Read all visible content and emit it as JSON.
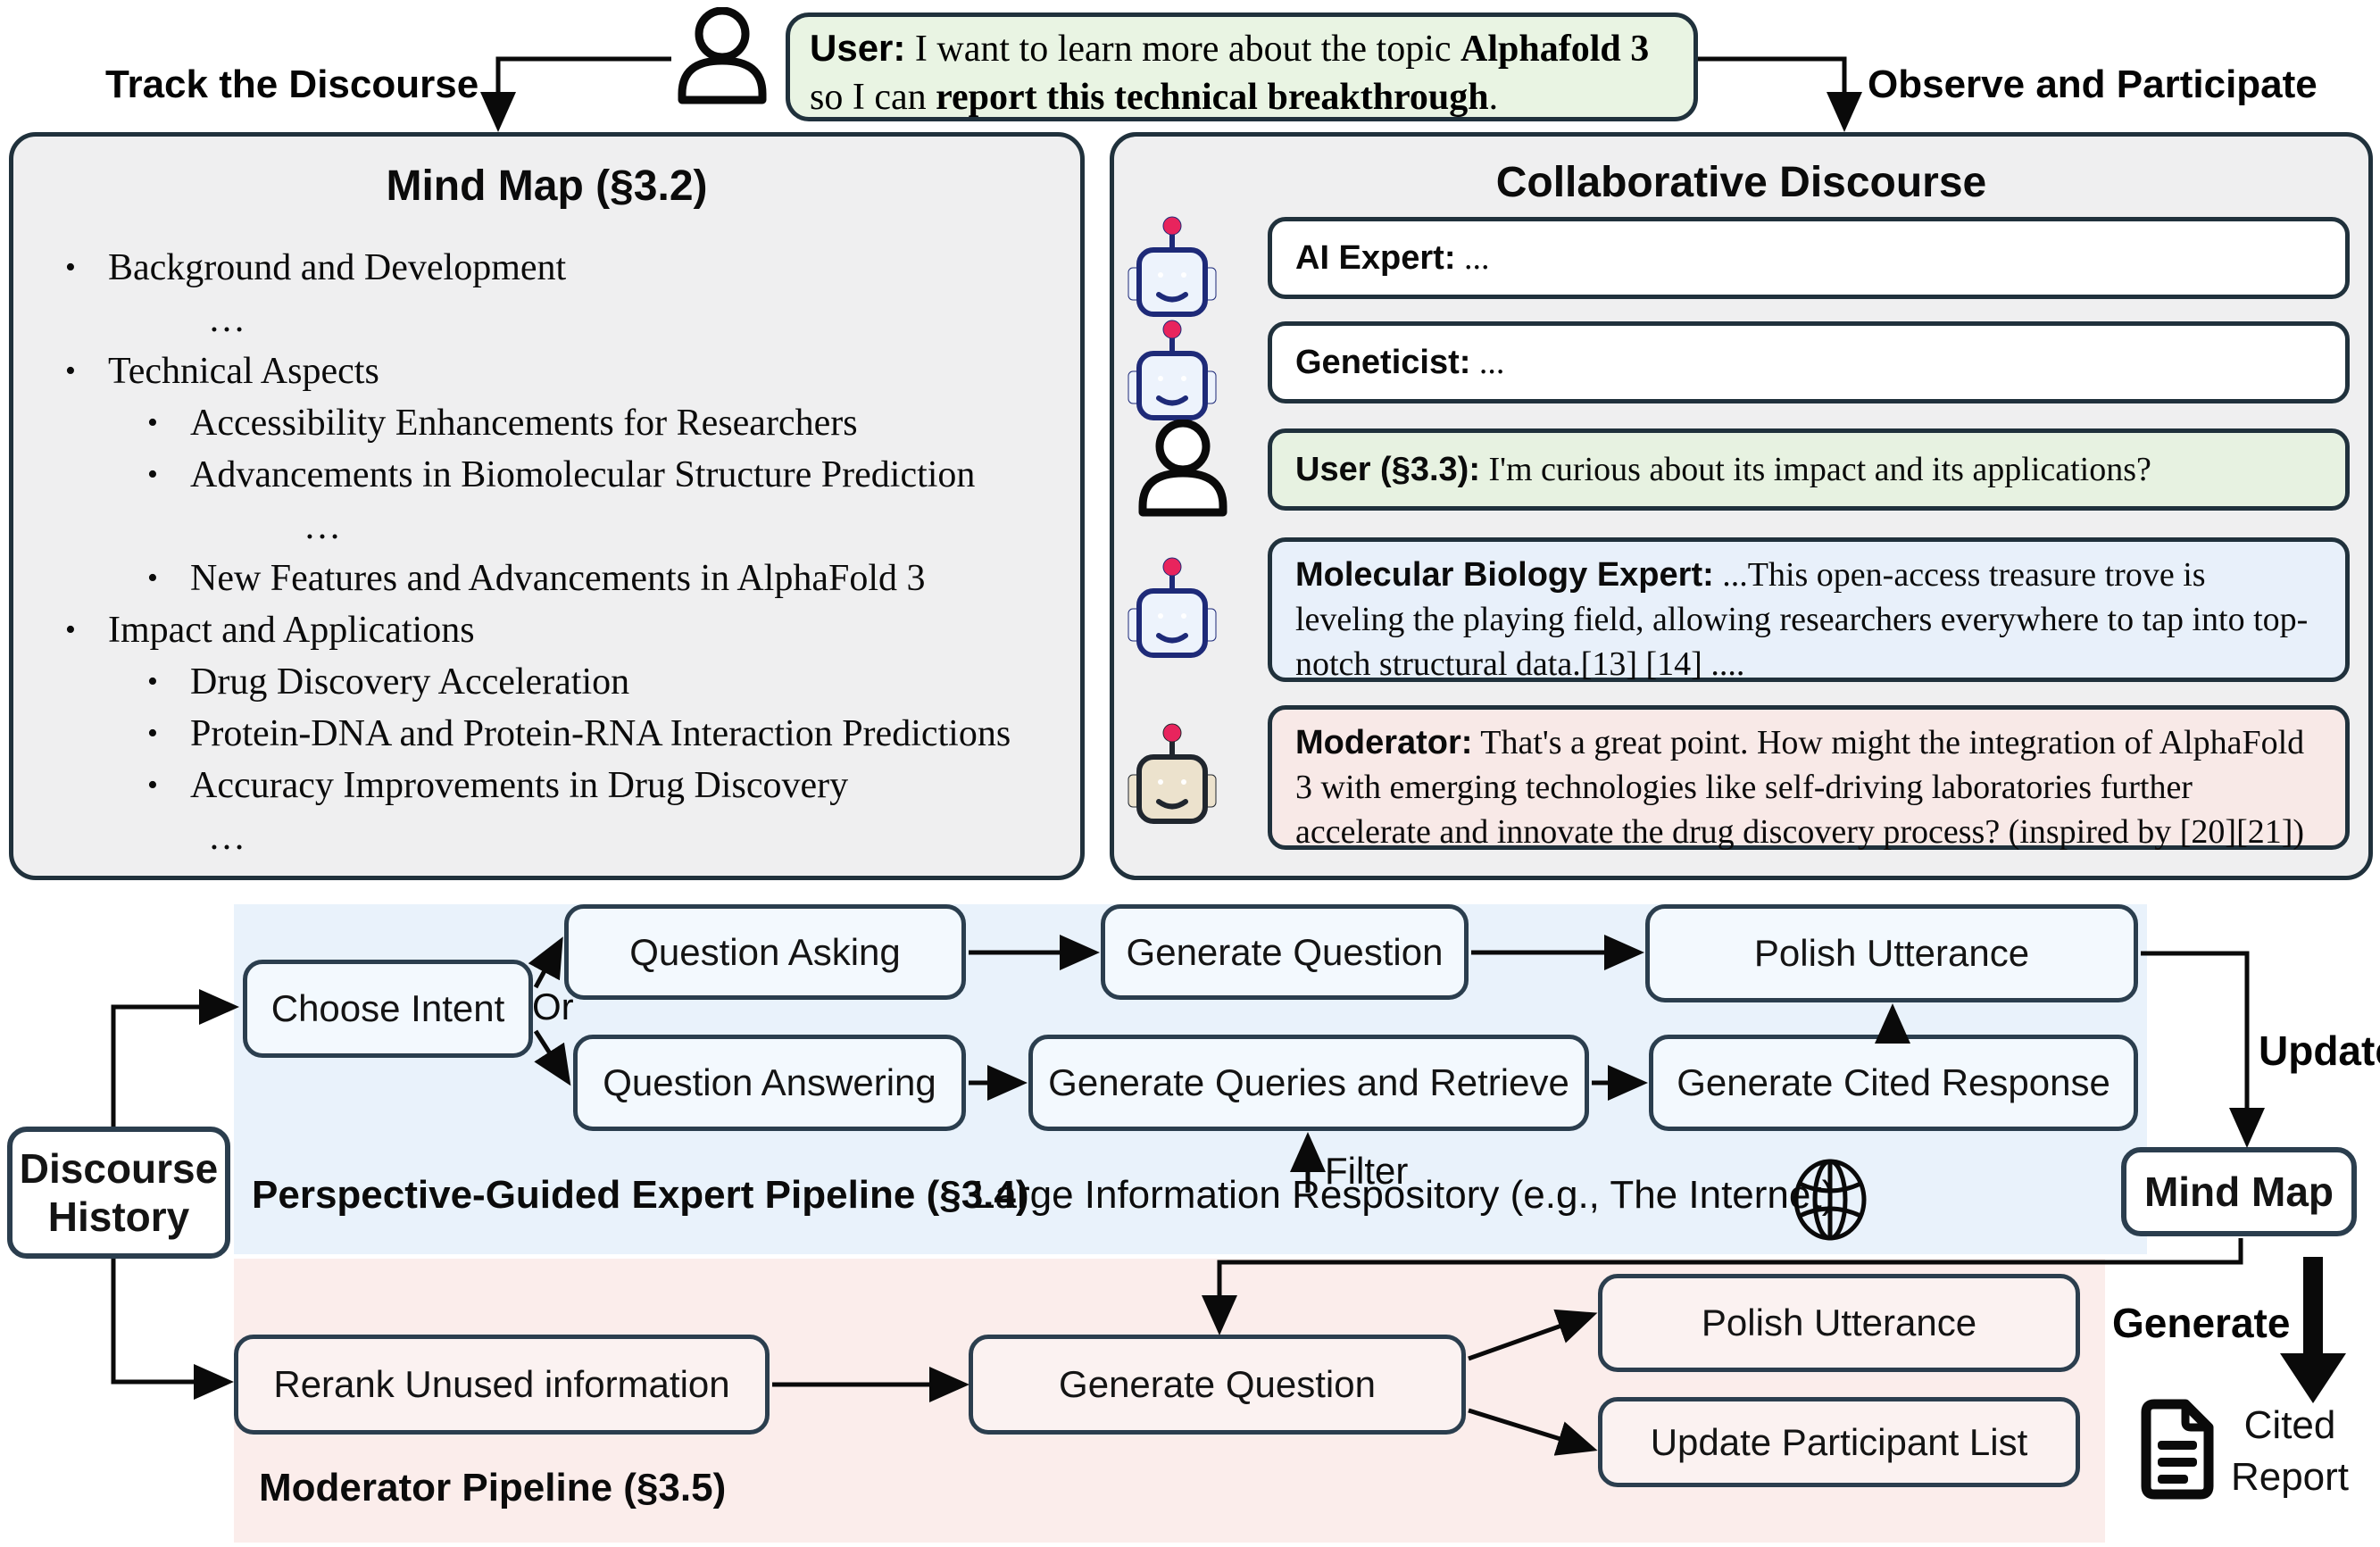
{
  "top": {
    "track_label": "Track the Discourse",
    "observe_label": "Observe and Participate",
    "user_message": {
      "speaker": "User:",
      "t1": " I want to learn more about the topic ",
      "topic": "Alphafold 3",
      "t2": " so I can ",
      "action": "report this technical breakthrough",
      "t3": "."
    }
  },
  "mind_map_panel": {
    "title": "Mind Map (§3.2)",
    "items": [
      {
        "level": 1,
        "text": "Background and Development"
      },
      {
        "level": 2,
        "text": "…"
      },
      {
        "level": 1,
        "text": "Technical Aspects"
      },
      {
        "level": 2,
        "text": "Accessibility Enhancements for Researchers"
      },
      {
        "level": 2,
        "text": "Advancements in Biomolecular Structure Prediction"
      },
      {
        "level": 3,
        "text": "…"
      },
      {
        "level": 2,
        "text": "New Features and Advancements in AlphaFold 3"
      },
      {
        "level": 1,
        "text": "Impact and Applications"
      },
      {
        "level": 2,
        "text": "Drug Discovery Acceleration"
      },
      {
        "level": 2,
        "text": "Protein-DNA and Protein-RNA Interaction Predictions"
      },
      {
        "level": 2,
        "text": "Accuracy Improvements in Drug Discovery"
      },
      {
        "level": 2,
        "text": "…"
      }
    ]
  },
  "discourse_panel": {
    "title": "Collaborative Discourse",
    "messages": [
      {
        "icon": "robot-blue",
        "speaker": "AI Expert:",
        "text": " ..."
      },
      {
        "icon": "robot-blue",
        "speaker": "Geneticist:",
        "text": " ..."
      },
      {
        "icon": "person",
        "speaker": "User (§3.3):",
        "text": " I'm curious about its impact and its applications?"
      },
      {
        "icon": "robot-blue",
        "speaker": "Molecular Biology Expert:",
        "text": " ...This open-access treasure trove is leveling the playing field, allowing researchers everywhere to tap into top-notch structural data.[13] [14] ...."
      },
      {
        "icon": "robot-tan",
        "speaker": "Moderator:",
        "text": " That's a great point. How might the integration of AlphaFold 3 with emerging technologies like self-driving laboratories further accelerate and innovate the drug discovery process? (inspired by [20][21])"
      }
    ]
  },
  "expert_pipeline": {
    "label": "Perspective-Guided Expert Pipeline (§3.4)",
    "repository_label": "Large Information Respository (e.g., The Internet)",
    "filter_label": "Filter",
    "or_label": "Or",
    "choose_intent": "Choose Intent",
    "question_asking": "Question Asking",
    "generate_question": "Generate Question",
    "polish_utterance": "Polish Utterance",
    "question_answering": "Question Answering",
    "generate_queries": "Generate Queries and Retrieve",
    "generate_cited": "Generate Cited Response"
  },
  "moderator_pipeline": {
    "label": "Moderator Pipeline (§3.5)",
    "rerank": "Rerank Unused information",
    "generate_question": "Generate Question",
    "polish_utterance": "Polish Utterance",
    "update_participants": "Update Participant List"
  },
  "side": {
    "discourse_history_line1": "Discourse",
    "discourse_history_line2": "History",
    "mind_map_box": "Mind Map",
    "update_label": "Update",
    "generate_label": "Generate",
    "cited_line1": "Cited",
    "cited_line2": "Report"
  },
  "colors": {
    "panel_gray": "#efeff0",
    "border_dark": "#20313c",
    "green_box": "#e9f4e3",
    "blue_chat": "#e8f0fa",
    "pink_chat": "#f8e9e7",
    "blue_region": "#e9f2fb",
    "pink_region": "#fbedeb",
    "robot_navy": "#1e2a78",
    "antenna_red": "#e8245d",
    "moderator_face": "#ece2cd"
  }
}
